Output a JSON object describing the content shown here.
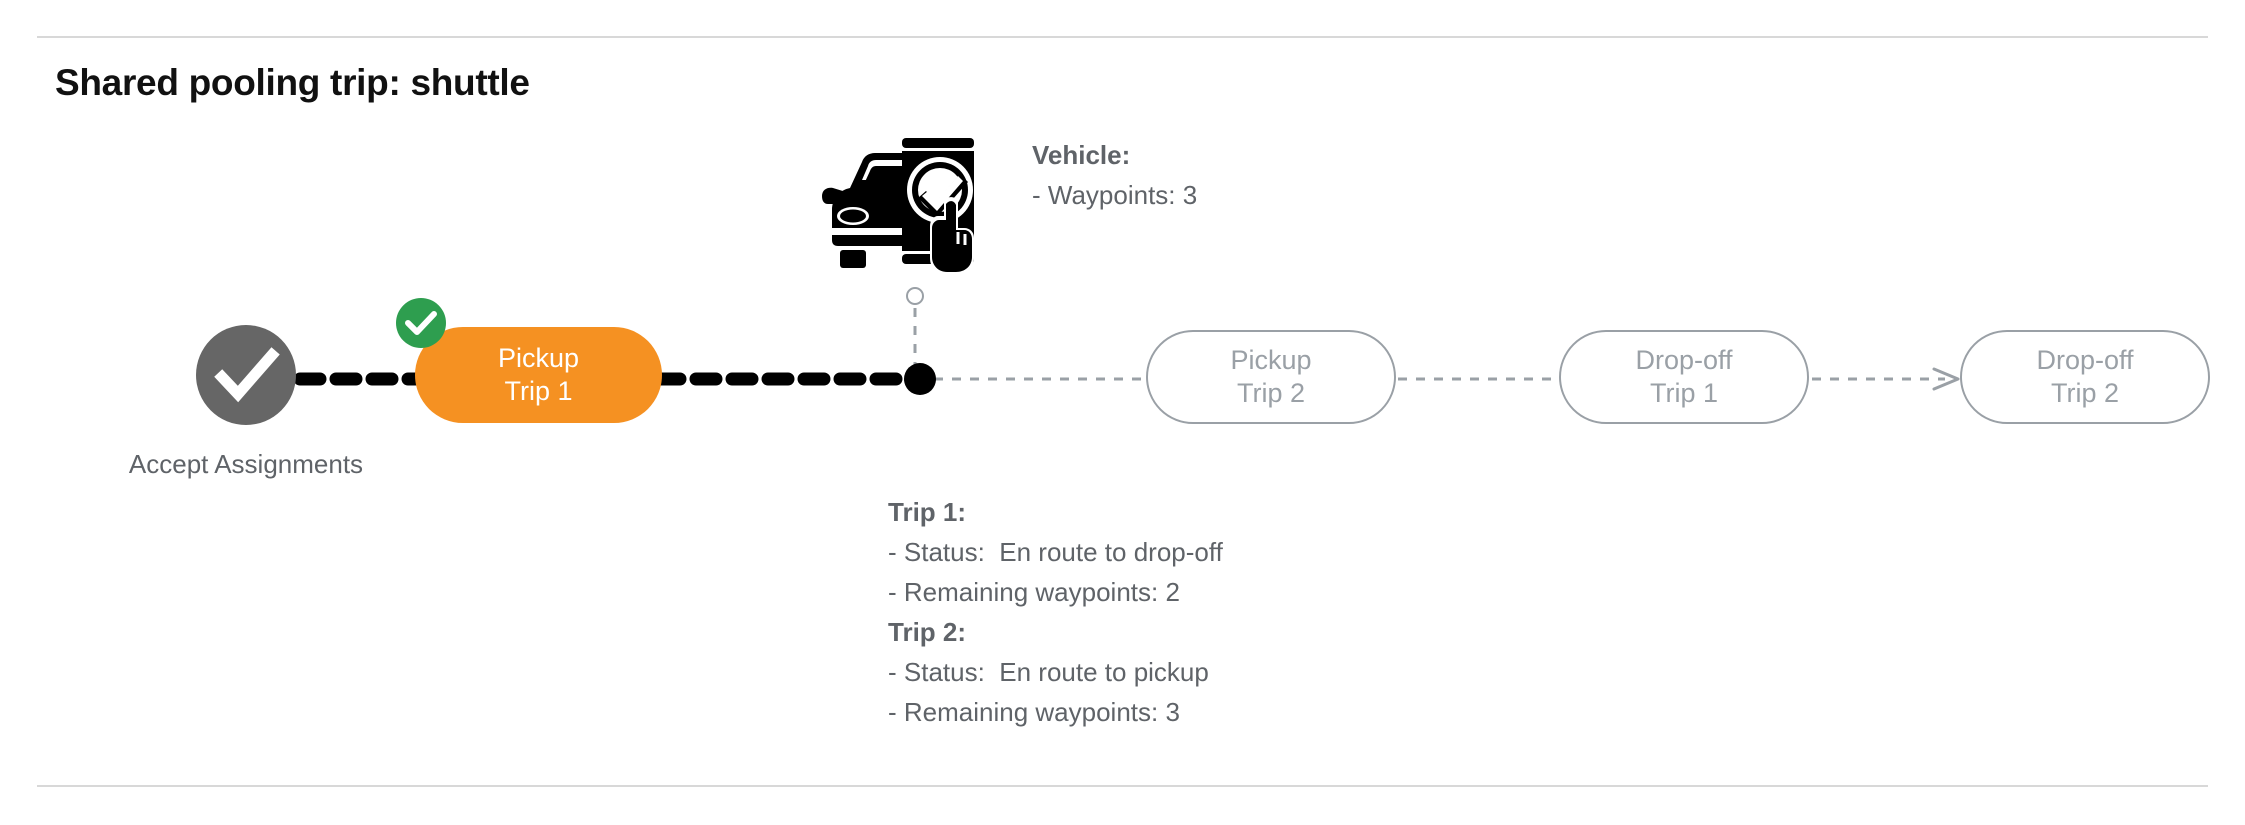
{
  "page": {
    "title": "Shared pooling trip: shuttle",
    "background": "#ffffff",
    "divider_color": "#d8d8d8"
  },
  "colors": {
    "active_pill": "#f59122",
    "pending_pill_border": "#9aa0a6",
    "pending_pill_text": "#9aa0a6",
    "accept_circle": "#666666",
    "check_badge": "#2e9e4f",
    "marker_dot": "#000000",
    "text_muted": "#5f6368",
    "title_text": "#111111"
  },
  "flow": {
    "start_node": {
      "icon": "check-circle-icon",
      "label_line1": "Accept",
      "label_line2": "Assignments"
    },
    "nodes": [
      {
        "id": "pickup-trip-1",
        "line1": "Pickup",
        "line2": "Trip 1",
        "state": "completed",
        "badge_icon": "green-check-badge-icon"
      },
      {
        "id": "pickup-trip-2",
        "line1": "Pickup",
        "line2": "Trip 2",
        "state": "pending"
      },
      {
        "id": "dropoff-trip-1",
        "line1": "Drop-off",
        "line2": "Trip 1",
        "state": "pending"
      },
      {
        "id": "dropoff-trip-2",
        "line1": "Drop-off",
        "line2": "Trip 2",
        "state": "pending"
      }
    ]
  },
  "vehicle": {
    "icon": "car-phone-checkmark-icon",
    "marker_icon": "vehicle-position-marker",
    "heading": "Vehicle",
    "heading_suffix": ":",
    "details": [
      "- Waypoints: 3"
    ],
    "waypoints": 3
  },
  "trips": [
    {
      "heading": "Trip 1",
      "heading_suffix": ":",
      "status_label": "- Status:",
      "status_value": "En route to drop-off",
      "remaining_label": "- Remaining waypoints: 2",
      "remaining_waypoints": 2
    },
    {
      "heading": "Trip 2",
      "heading_suffix": ":",
      "status_label": "- Status:",
      "status_value": "En route to pickup",
      "remaining_label": "- Remaining waypoints: 3",
      "remaining_waypoints": 3
    }
  ]
}
